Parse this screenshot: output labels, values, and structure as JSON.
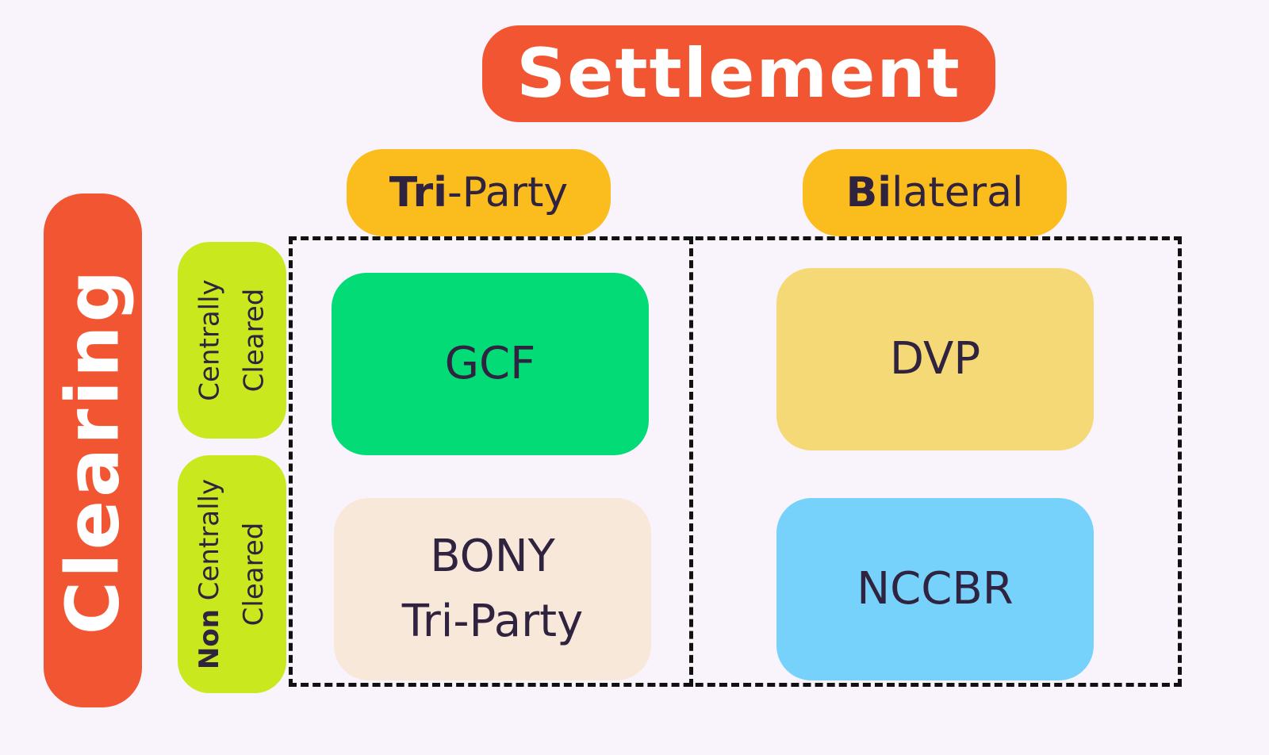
{
  "settlement": {
    "label": "Settlement"
  },
  "columns": [
    {
      "bold": "Tri",
      "rest": "-Party"
    },
    {
      "bold": "Bi",
      "rest": "lateral"
    }
  ],
  "clearing": {
    "label": "Clearing"
  },
  "rows": [
    {
      "bold": "",
      "line1": "Centrally",
      "line2": "Cleared"
    },
    {
      "bold": "Non",
      "line1": " Centrally",
      "line2": "Cleared"
    }
  ],
  "cells": {
    "gcf": "GCF",
    "dvp": "DVP",
    "bony": [
      "BONY",
      "Tri-Party"
    ],
    "nccbr": "NCCBR"
  },
  "colors": {
    "background": "#f9f4fb",
    "settlement": "#f25532",
    "clearing": "#f25532",
    "column_header": "#fbbd1e",
    "row_header": "#c9e81e",
    "gcf": "#02db76",
    "dvp": "#f6d977",
    "bony": "#f8e8d9",
    "nccbr": "#77d2fb",
    "text": "#2f2340"
  }
}
